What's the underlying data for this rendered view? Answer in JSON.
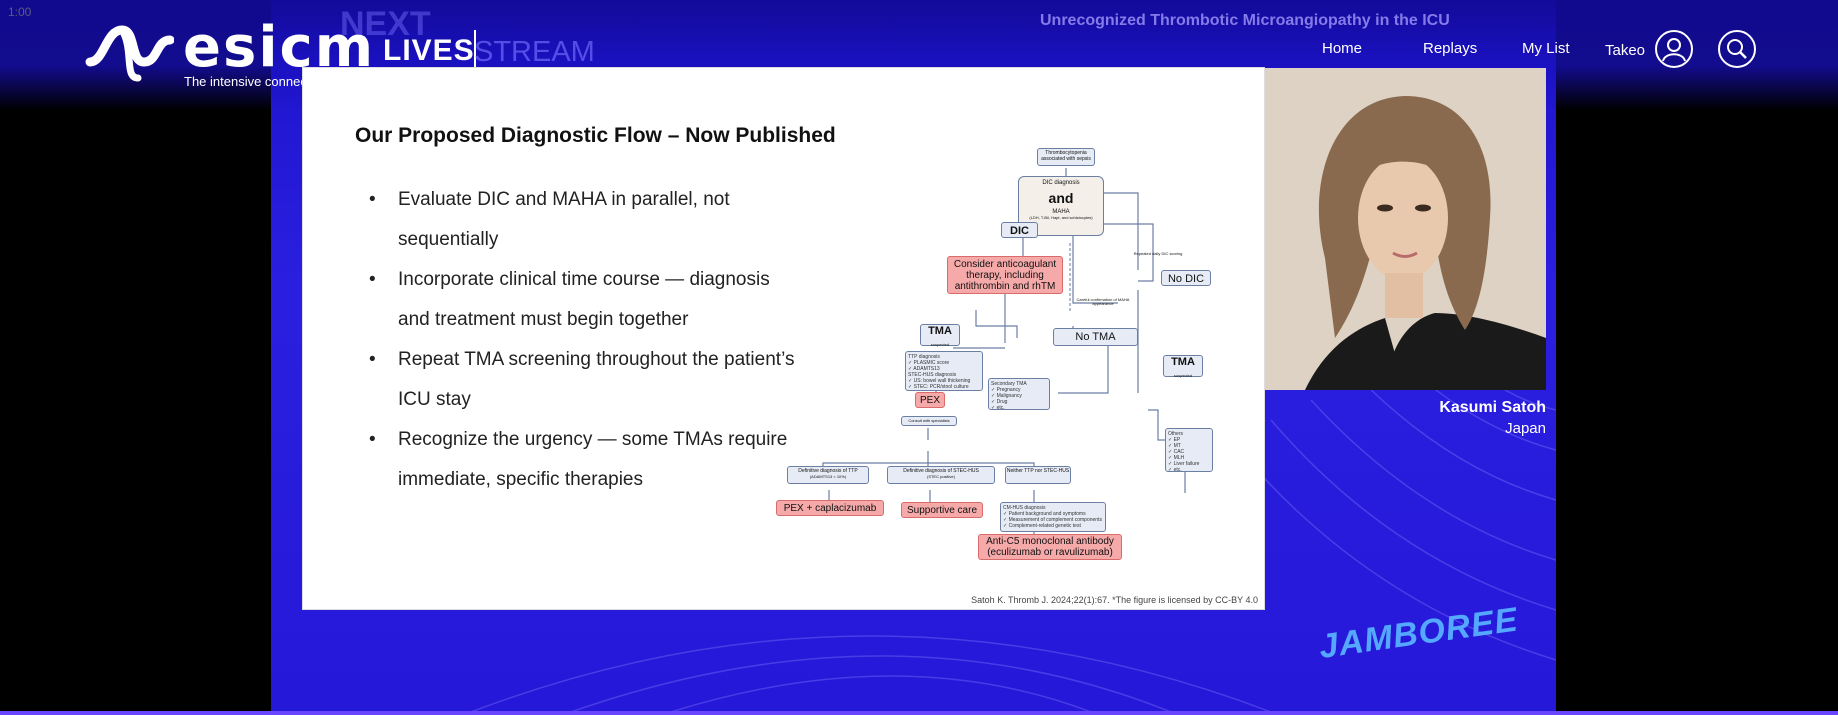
{
  "timecode": "1:00",
  "brand": {
    "wordmark": "esicm",
    "tagline": "The intensive connection",
    "live": "LIVES",
    "stream": "STREAM",
    "next": "NEXT"
  },
  "talk_title": "Unrecognized Thrombotic Microangiopathy in the ICU",
  "nav": {
    "home": "Home",
    "replays": "Replays",
    "my_list": "My List",
    "user": "Takeo"
  },
  "slide": {
    "heading": "Our Proposed Diagnostic Flow – Now Published",
    "bullets": [
      "Evaluate DIC and MAHA in parallel, not sequentially",
      "Incorporate clinical time course — diagnosis and treatment must begin together",
      "Repeat TMA screening throughout the patient’s ICU stay",
      "Recognize the urgency — some TMAs require immediate, specific therapies"
    ],
    "citation": "Satoh K. Thromb J. 2024;22(1):67. *The figure is licensed by CC-BY 4.0",
    "flow": {
      "top": "Thrombocytopenia associated with sepsis",
      "dic_diag": "DIC diagnosis",
      "and": "and",
      "maha": "MAHA",
      "maha_sub": "(LDH, T-Bil, Hapt, and schistocytes)",
      "dic": "DIC",
      "anticoag": "Consider anticoagulant therapy, including antithrombin and rhTM",
      "repeated": "Repeated daily DIC scoring",
      "careful": "Careful confirmation of MAHA appearance",
      "no_dic": "No DIC",
      "tma1": "TMA",
      "suspected": "suspected",
      "no_tma": "No TMA",
      "tma2": "TMA",
      "ttp_diag": "TTP diagnosis\n✓ PLASMIC score\n✓ ADAMTS13\nSTEC-HUS diagnosis\n✓ US: bowel wall thickening\n✓ STEC: PCR/stool culture",
      "secondary": "Secondary TMA\n✓ Pregnancy\n✓ Malignancy\n✓ Drug\n✓ etc.",
      "pex": "PEX",
      "consult": "Consult with specialists",
      "others": "Others\n✓ EP\n✓ MT\n✓ CAC\n✓ MLH\n✓ Liver failure\n✓ etc.",
      "def_ttp": "Definitive diagnosis of TTP",
      "def_ttp_sub": "(ADAMTS13 < 10%)",
      "def_stec": "Definitive diagnosis of STEC-HUS",
      "def_stec_sub": "(STEC positive)",
      "neither": "Neither TTP nor STEC-HUS",
      "pex_capla": "PEX + caplacizumab",
      "supportive": "Supportive care",
      "cmhus": "CM-HUS diagnosis\n✓ Patient background and symptoms\n✓ Measurement of complement components\n✓ Complement-related genetic test",
      "antic5": "Anti-C5 monoclonal antibody (eculizumab or ravulizumab)"
    }
  },
  "speaker": {
    "name": "Kasumi Satoh",
    "country": "Japan"
  },
  "event_logo": "JAMBOREE",
  "colors": {
    "background": "#2418d6",
    "accent": "#6a46ff",
    "flow_box": "#e6ebf5",
    "flow_red": "#f5a9a9"
  }
}
